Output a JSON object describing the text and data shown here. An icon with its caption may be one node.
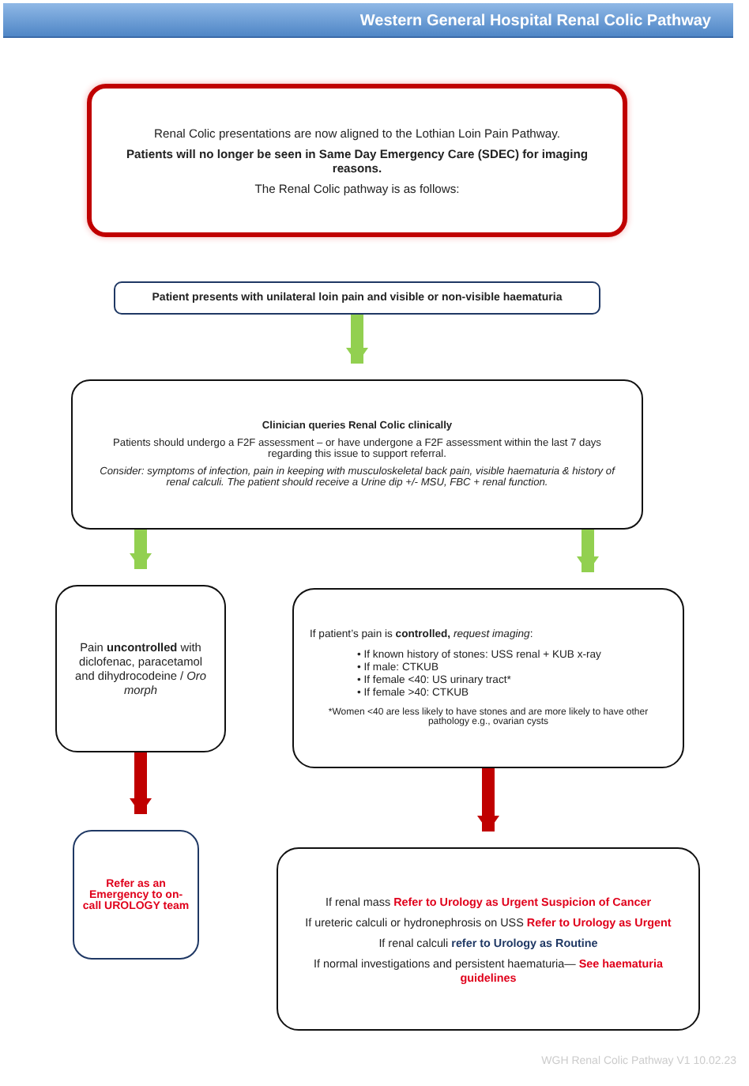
{
  "diagram": {
    "title": "Western General Hospital Renal Colic Pathway",
    "nodes": [
      {
        "text": [
          "Renal Colic presentations are now aligned to the Lothian Loin Pain Pathway.",
          "Patients will no longer be seen in Same Day Emergency Care (SDEC) for imaging reasons.",
          "The Renal Colic pathway is as follows:"
        ]
      },
      {
        "text": [
          "Patient presents with unilateral loin pain and visible or non-visible haematuria"
        ]
      },
      {
        "text": [
          "Clinician queries Renal Colic clinically",
          "Patients should undergo a F2F assessment – or have undergone a F2F assessment within the last 7 days regarding this issue to support referral.",
          "Consider: symptoms of infection, pain in keeping with musculoskeletal back pain, visible haematuria & history of renal calculi. The patient should receive a Urine dip +/- MSU, FBC + renal function."
        ]
      },
      {
        "text": [
          "Pain **uncontrolled** with diclofenac, paracetamol and dihydrocodeine / *Oro morph*"
        ]
      },
      {
        "text": [
          "If patient’s pain is **controlled,** *request imaging*:",
          "• If known history of stones: USS renal + KUB x-ray",
          "• If male: CTKUB",
          "• If female <40: US urinary tract*",
          "• If female >40: CTKUB",
          "*Women <40 are less likely to have stones and are more likely to have other pathology e.g., ovarian cysts"
        ]
      },
      {
        "text": [
          "Refer as an Emergency to on-call UROLOGY team"
        ]
      },
      {
        "text": [
          "If renal mass **Refer to Urology as Urgent Suspicion of Cancer**",
          "If ureteric calculi or hydronephrosis on USS **Refer to Urology as Urgent**",
          "If renal calculi **refer to Urology as Routine**",
          "If normal investigations and persistent haematuria— **See haematuria guidelines**"
        ]
      }
    ],
    "edges": [
      {
        "from": 1,
        "to": 2,
        "arrow": "to"
      },
      {
        "from": 2,
        "to": 3,
        "arrow": "to"
      },
      {
        "from": 2,
        "to": 4,
        "arrow": "to"
      },
      {
        "from": 3,
        "to": 5,
        "arrow": "to",
        "color": "#c00000"
      },
      {
        "from": 4,
        "to": 6,
        "arrow": "to",
        "color": "#c00000"
      }
    ],
    "labels": [
      "WGH Renal Colic Pathway V1 10.02.23"
    ]
  }
}
